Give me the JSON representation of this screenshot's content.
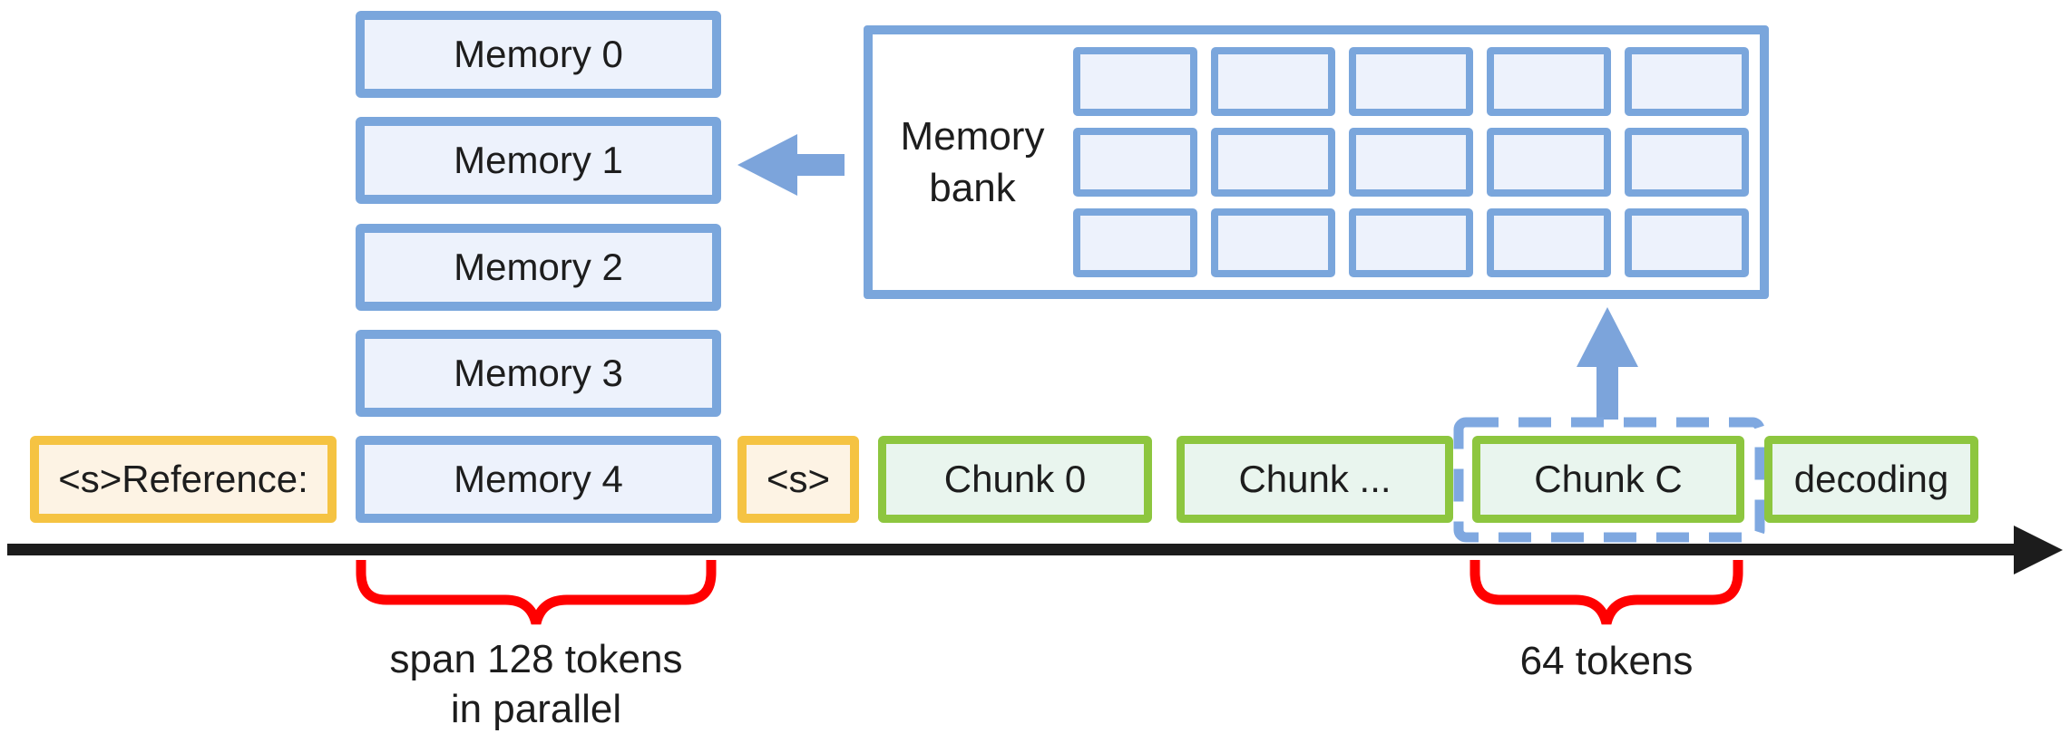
{
  "figure": {
    "type": "architecture-diagram",
    "background": "#FFFFFF"
  },
  "colors": {
    "blue_border": "#7AA6DC",
    "blue_fill": "#EDF2FC",
    "arrow_blue": "#7CA4DB",
    "dash_blue": "#7FA8E0",
    "yellow_border": "#F5C342",
    "yellow_fill": "#FDF3E4",
    "green_border": "#8DC63F",
    "green_fill": "#E9F5EE",
    "red": "#FF0000",
    "axis_black": "#1C1C1C",
    "text_black": "#1D1D1D"
  },
  "memory_stack": {
    "items": [
      {
        "label": "Memory 0"
      },
      {
        "label": "Memory 1"
      },
      {
        "label": "Memory 2"
      },
      {
        "label": "Memory 3"
      }
    ]
  },
  "memory_bank": {
    "label_line1": "Memory",
    "label_line2": "bank",
    "grid": {
      "rows": 3,
      "cols": 5
    }
  },
  "sequence": {
    "items": [
      {
        "label": "<s>Reference:",
        "type": "special-token"
      },
      {
        "label": "Memory 4",
        "type": "memory"
      },
      {
        "label": "<s>",
        "type": "special-token"
      },
      {
        "label": "Chunk 0",
        "type": "chunk"
      },
      {
        "label": "Chunk ...",
        "type": "chunk"
      },
      {
        "label": "Chunk C",
        "type": "chunk",
        "highlighted": true
      },
      {
        "label": "decoding",
        "type": "chunk"
      }
    ]
  },
  "annotations": {
    "span_label_line1": "span 128 tokens",
    "span_label_line2": "in parallel",
    "tokens_label": "64 tokens"
  }
}
